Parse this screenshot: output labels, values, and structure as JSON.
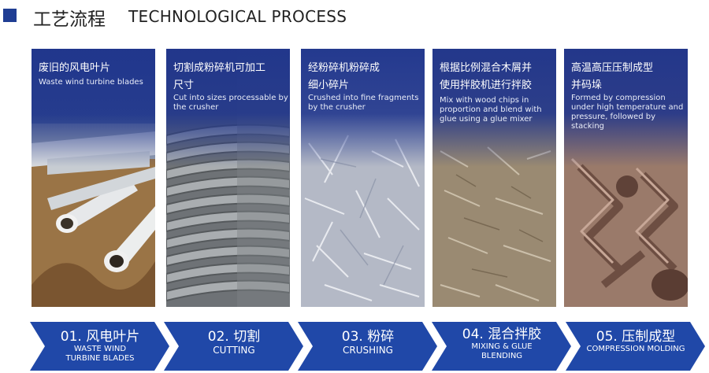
{
  "header": {
    "title_cn": "工艺流程",
    "title_en": "TECHNOLOGICAL PROCESS"
  },
  "steps": [
    {
      "title_cn_1": "废旧的风电叶片",
      "title_cn_2": "",
      "desc_en": "Waste wind turbine blades",
      "label_num_cn": "01. 风电叶片",
      "label_en_1": "WASTE WIND",
      "label_en_2": "TURBINE BLADES",
      "photo": "wind-turbine-blades-photo"
    },
    {
      "title_cn_1": "切割成粉碎机可加工",
      "title_cn_2": "尺寸",
      "desc_en": "Cut into sizes processable by the crusher",
      "label_num_cn": "02. 切割",
      "label_en_1": "CUTTING",
      "label_en_2": "",
      "photo": "cut-blade-pieces-photo"
    },
    {
      "title_cn_1": "经粉碎机粉碎成",
      "title_cn_2": "细小碎片",
      "desc_en": "Crushed into fine fragments by the crusher",
      "label_num_cn": "03. 粉碎",
      "label_en_1": "CRUSHING",
      "label_en_2": "",
      "photo": "fine-fragments-photo"
    },
    {
      "title_cn_1": "根据比例混合木屑并",
      "title_cn_2": "使用拌胶机进行拌胶",
      "desc_en": "Mix with wood chips in proportion and blend with glue using a glue mixer",
      "label_num_cn": "04. 混合拌胶",
      "label_en_1": "MIXING & GLUE",
      "label_en_2": "BLENDING",
      "photo": "mixed-wood-chips-photo"
    },
    {
      "title_cn_1": "高温高压压制成型",
      "title_cn_2": "并码垛",
      "desc_en": "Formed by compression under high temperature and pressure, followed by stacking",
      "label_num_cn": "05. 压制成型",
      "label_en_1": "COMPRESSION MOLDING",
      "label_en_2": "",
      "photo": "molded-pallet-photo"
    }
  ],
  "colors": {
    "accent": "#1f3d93",
    "arrow": "#2048a8",
    "overlay": "#1e348c"
  }
}
